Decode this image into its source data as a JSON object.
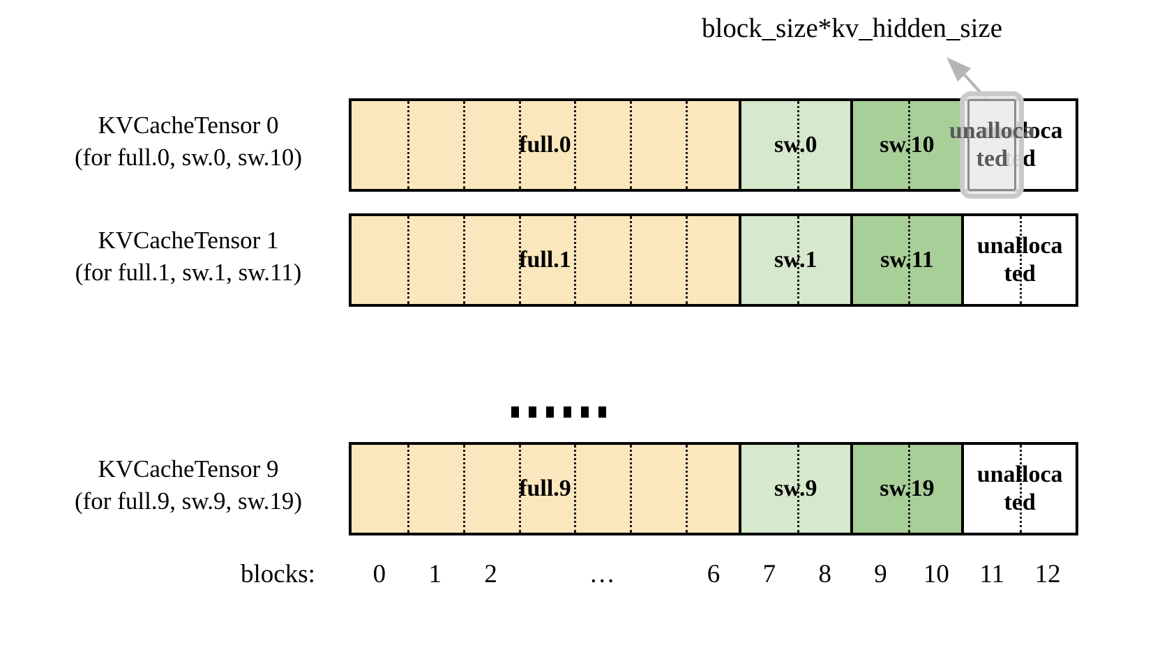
{
  "annotation": {
    "text": "block_size*kv_hidden_size",
    "arrow": "arrow-up-left"
  },
  "rows": [
    {
      "label_line1": "KVCacheTensor 0",
      "label_line2": "(for full.0, sw.0, sw.10)",
      "segments": [
        {
          "name": "full.0",
          "kind": "full",
          "blocks": 7,
          "color": "#fbe7bd"
        },
        {
          "name": "sw.0",
          "kind": "sw-light",
          "blocks": 2,
          "color": "#d6e8cd"
        },
        {
          "name": "sw.10",
          "kind": "sw-dark",
          "blocks": 2,
          "color": "#a9cf98"
        },
        {
          "name": "unalloca ted",
          "kind": "unalloc",
          "blocks": 2,
          "color": "#ffffff"
        }
      ],
      "highlight": {
        "block": 11,
        "label": "unalloca ted"
      }
    },
    {
      "label_line1": "KVCacheTensor 1",
      "label_line2": "(for full.1, sw.1, sw.11)",
      "segments": [
        {
          "name": "full.1",
          "kind": "full",
          "blocks": 7,
          "color": "#fbe7bd"
        },
        {
          "name": "sw.1",
          "kind": "sw-light",
          "blocks": 2,
          "color": "#d6e8cd"
        },
        {
          "name": "sw.11",
          "kind": "sw-dark",
          "blocks": 2,
          "color": "#a9cf98"
        },
        {
          "name": "unalloca ted",
          "kind": "unalloc",
          "blocks": 2,
          "color": "#ffffff"
        }
      ],
      "highlight": null
    },
    {
      "label_line1": "KVCacheTensor 9",
      "label_line2": "(for full.9, sw.9, sw.19)",
      "segments": [
        {
          "name": "full.9",
          "kind": "full",
          "blocks": 7,
          "color": "#fbe7bd"
        },
        {
          "name": "sw.9",
          "kind": "sw-light",
          "blocks": 2,
          "color": "#d6e8cd"
        },
        {
          "name": "sw.19",
          "kind": "sw-dark",
          "blocks": 2,
          "color": "#a9cf98"
        },
        {
          "name": "unalloca ted",
          "kind": "unalloc",
          "blocks": 2,
          "color": "#ffffff"
        }
      ],
      "highlight": null
    }
  ],
  "ellipsis": {
    "dots": 6
  },
  "axis": {
    "caption": "blocks:",
    "ticks": [
      "0",
      "1",
      "2",
      "…",
      "6",
      "7",
      "8",
      "9",
      "10",
      "11",
      "12"
    ]
  },
  "colors": {
    "full": "#fbe7bd",
    "sw_light": "#d6e8cd",
    "sw_dark": "#a9cf98",
    "unallocated": "#ffffff",
    "border": "#000000",
    "highlight_border": "#c9c9c9",
    "highlight_fill": "#ebebeb",
    "arrow": "#b5b5b5"
  }
}
